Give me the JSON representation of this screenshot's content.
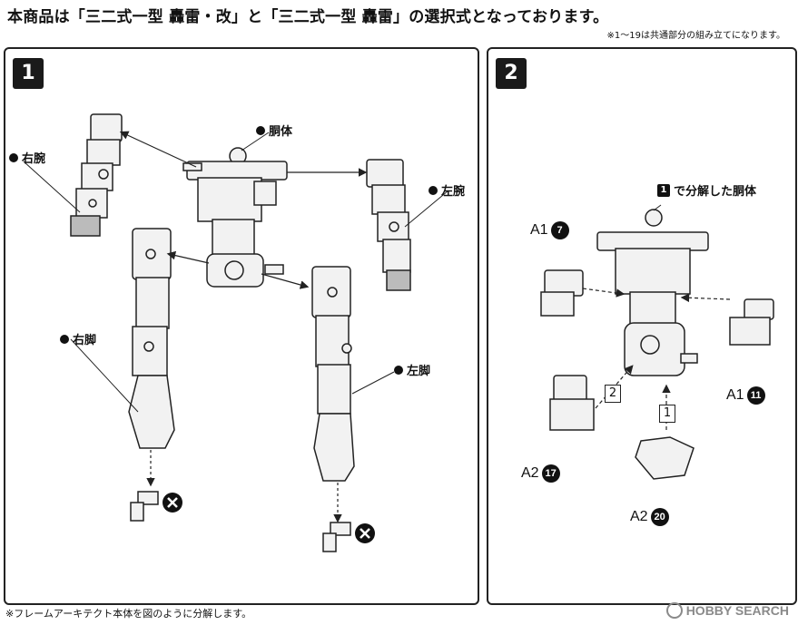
{
  "header": {
    "title": "本商品は「三二式一型 轟雷・改」と「三二式一型 轟雷」の選択式となっております。",
    "note": "※1～19は共通部分の組み立てになります。"
  },
  "step1": {
    "number": "1",
    "labels": {
      "torso": "胴体",
      "right_arm": "右腕",
      "left_arm": "左腕",
      "right_leg": "右脚",
      "left_leg": "左脚"
    }
  },
  "step2": {
    "number": "2",
    "torso_label": "で分解した胴体",
    "torso_ref": "1",
    "parts": [
      {
        "runner": "A1",
        "num": "7"
      },
      {
        "runner": "A1",
        "num": "11"
      },
      {
        "runner": "A2",
        "num": "17"
      },
      {
        "runner": "A2",
        "num": "20"
      }
    ],
    "order": [
      "2",
      "1"
    ]
  },
  "footer": "※フレームアーキテクト本体を図のように分解します。",
  "watermark": "HOBBY SEARCH",
  "colors": {
    "line": "#222222",
    "part_fill": "#f2f2f2",
    "shade": "#bbbbbb"
  }
}
